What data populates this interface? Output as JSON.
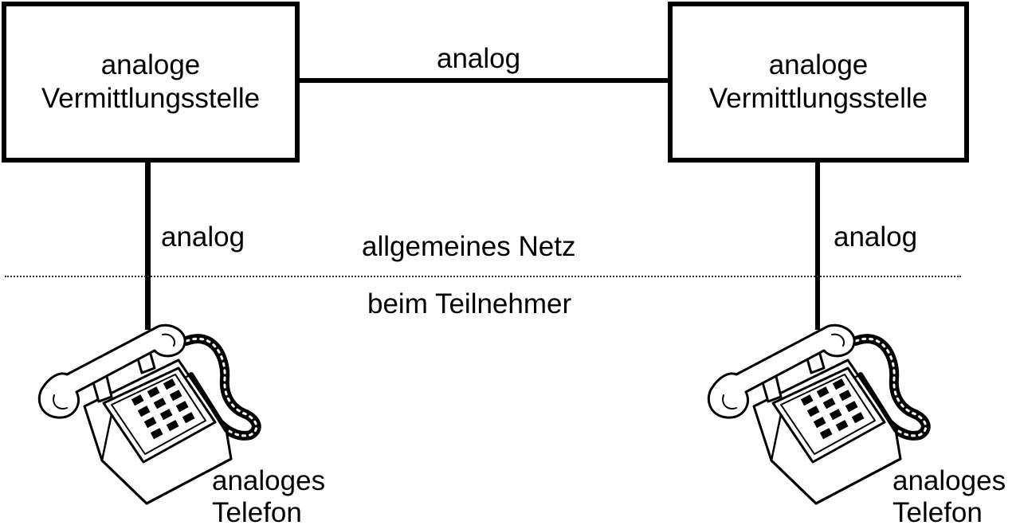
{
  "boxes": {
    "left": "analoge\nVermittlungsstelle",
    "right": "analoge\nVermittlungsstelle"
  },
  "links": {
    "top": "analog",
    "left": "analog",
    "right": "analog"
  },
  "zones": {
    "network": "allgemeines Netz",
    "subscriber": "beim Teilnehmer"
  },
  "phones": {
    "left": "analoges\nTelefon",
    "right": "analoges\nTelefon"
  },
  "icons": {
    "phone": "telephone-icon"
  }
}
